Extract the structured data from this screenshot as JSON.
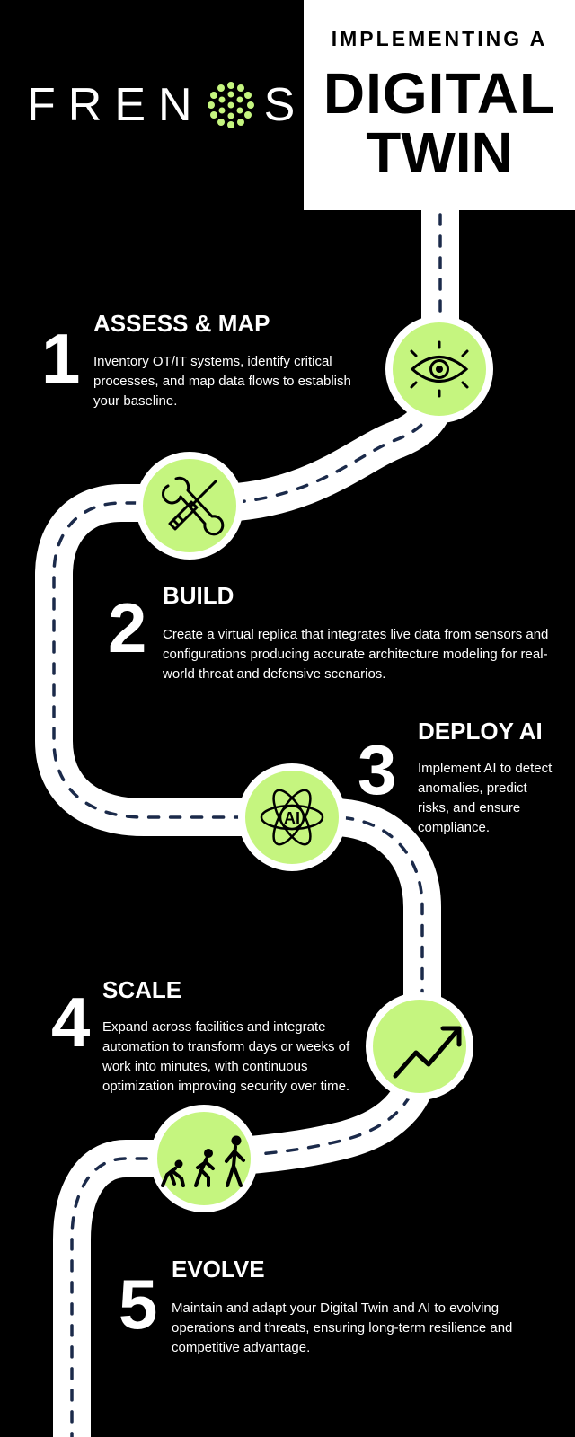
{
  "brand": {
    "name": "FREN",
    "name_end": "S",
    "accent": "#c5f57f",
    "logo_mark": "green-dot-circle-logo"
  },
  "header": {
    "line1": "IMPLEMENTING A",
    "line2": "DIGITAL",
    "line3": "TWIN"
  },
  "steps": [
    {
      "number": "1",
      "title": "ASSESS & MAP",
      "icon": "eye-icon",
      "description": "Inventory OT/IT systems, identify critical processes, and map data flows to establish your baseline."
    },
    {
      "number": "2",
      "title": "BUILD",
      "icon": "tools-icon",
      "description": "Create a virtual replica that integrates live data from sensors and configurations producing accurate architecture modeling for real-world threat and defensive scenarios."
    },
    {
      "number": "3",
      "title": "DEPLOY AI",
      "icon": "ai-atom-icon",
      "icon_text": "AI",
      "description": "Implement AI to detect anomalies, predict risks, and ensure compliance."
    },
    {
      "number": "4",
      "title": "SCALE",
      "icon": "trend-up-arrow-icon",
      "description": "Expand across facilities and integrate automation to transform days or weeks of work into minutes, with continuous optimization improving security over time."
    },
    {
      "number": "5",
      "title": "EVOLVE",
      "icon": "evolution-figures-icon",
      "description": "Maintain and adapt your Digital Twin and AI to evolving operations and threats, ensuring long-term resilience and competitive advantage."
    }
  ]
}
